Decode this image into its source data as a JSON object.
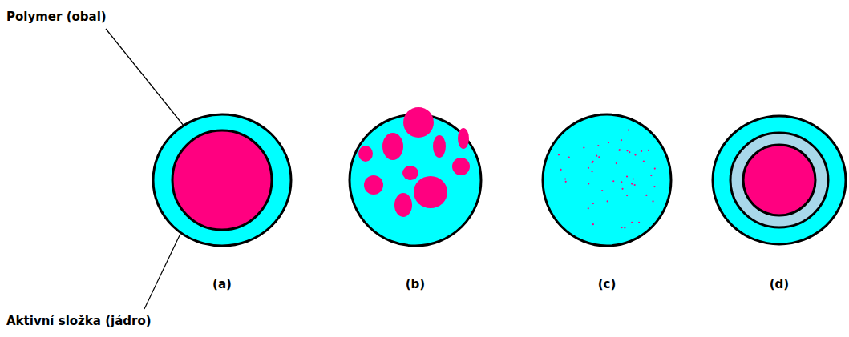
{
  "diagram": {
    "nodes": [
      {
        "text": [
          "(a)"
        ]
      },
      {
        "text": [
          "(b)"
        ]
      },
      {
        "text": [
          "(c)"
        ]
      },
      {
        "text": [
          "(d)"
        ]
      }
    ],
    "labels": [
      "Polymer (obal)",
      "Aktivní složka (jádro)"
    ]
  }
}
